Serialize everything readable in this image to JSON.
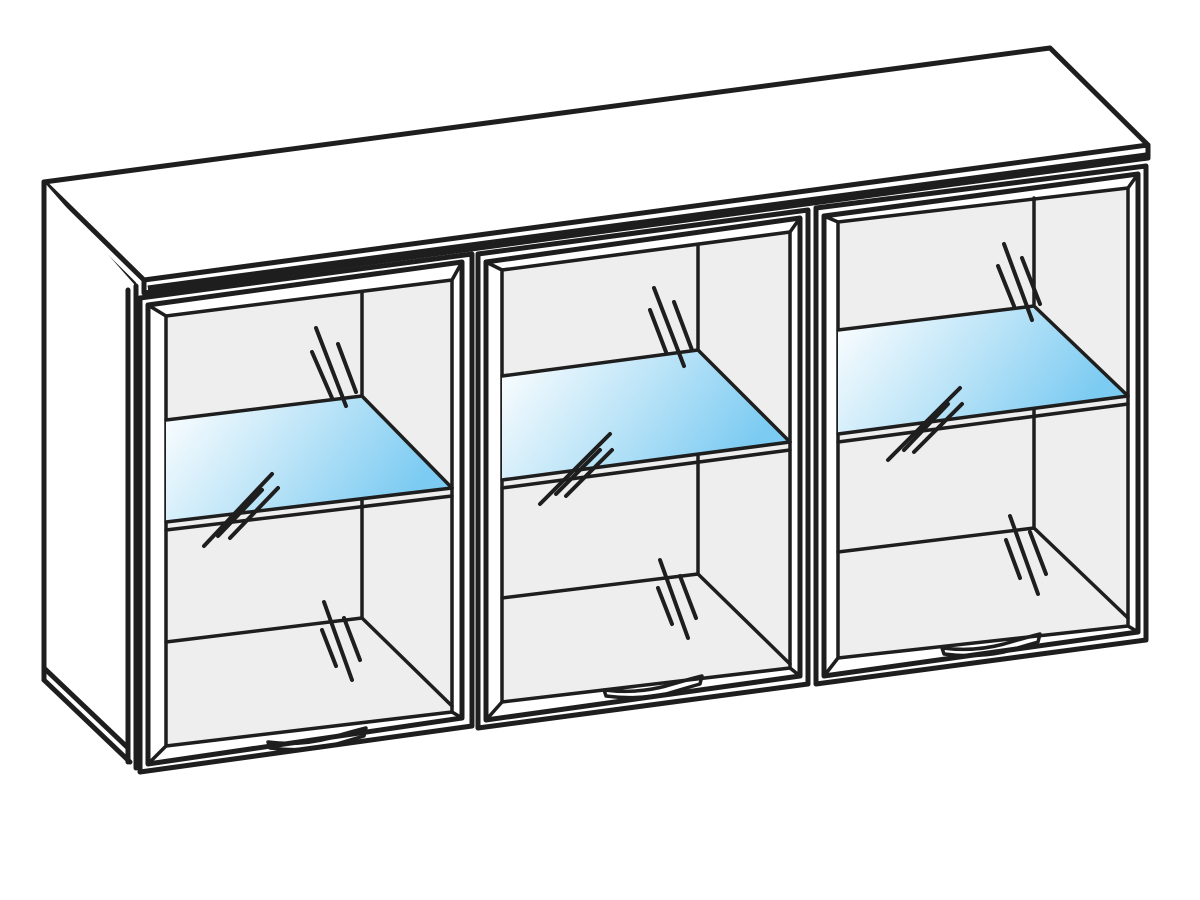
{
  "illustration": {
    "subject": "wall-cabinet",
    "door_count": 3,
    "shelf_count_per_compartment": 2,
    "colors": {
      "line": "#1e1e1e",
      "body": "#ffffff",
      "glass": "#edeeed",
      "shelf_light": "#ffffff",
      "shelf_dark": "#7ccbf2"
    }
  }
}
